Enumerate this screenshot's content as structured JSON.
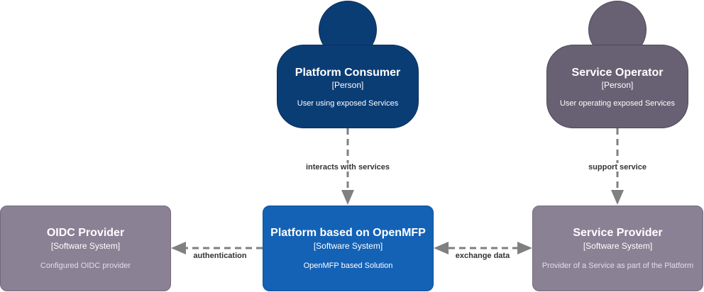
{
  "nodes": {
    "platform_consumer": {
      "title": "Platform Consumer",
      "type": "[Person]",
      "description": "User using exposed Services"
    },
    "service_operator": {
      "title": "Service Operator",
      "type": "[Person]",
      "description": "User operating exposed Services"
    },
    "oidc_provider": {
      "title": "OIDC Provider",
      "type": "[Software System]",
      "description": "Configured OIDC provider"
    },
    "platform": {
      "title": "Platform based on OpenMFP",
      "type": "[Software System]",
      "description": "OpenMFP based Solution"
    },
    "service_provider": {
      "title": "Service Provider",
      "type": "[Software System]",
      "description": "Provider of a Service as part of the Platform"
    }
  },
  "edges": {
    "consumer_to_platform": "interacts with services",
    "operator_to_provider": "support service",
    "platform_to_oidc": "authentication",
    "platform_provider": "exchange data"
  },
  "colors": {
    "person_consumer": "#0b3d75",
    "person_operator": "#686073",
    "system_external": "#8b8195",
    "system_internal": "#1462b6",
    "edge": "#808080"
  }
}
